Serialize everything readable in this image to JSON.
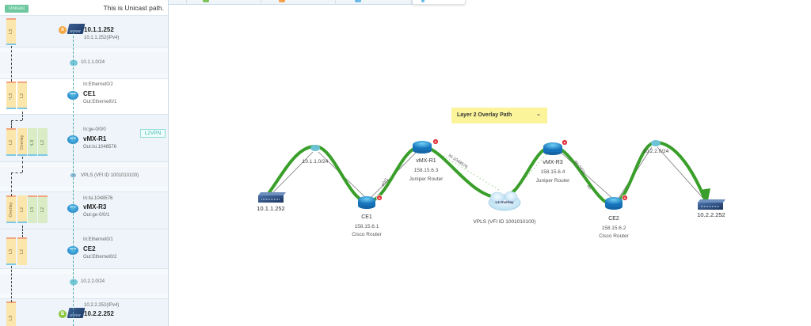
{
  "panel": {
    "badge": "Unicast",
    "header_text": "This is Unicast path.",
    "tag_l2vpn": "L2VPN",
    "nodes": [
      {
        "marker": "A",
        "name": "10.1.1.252",
        "sub": "10.1.1.252(IPv4)"
      },
      {
        "link": "10.1.1.0/24"
      },
      {
        "in": "In:Ethernet0/2",
        "name": "CE1",
        "out": "Out:Ethernet0/1"
      },
      {
        "in": "In:ge-0/0/0",
        "name": "vMX-R1",
        "out": "Out:lsi.1048576"
      },
      {
        "link": "VPLS (VFI ID 1001010100)"
      },
      {
        "in": "In:lsi.1048576",
        "name": "vMX-R3",
        "out": "Out:ge-0/0/1"
      },
      {
        "in": "In:Ethernet0/1",
        "name": "CE2",
        "out": "Out:Ethernet0/2"
      },
      {
        "link": "10.2.2.0/24"
      },
      {
        "marker": "B",
        "sub": "10.2.2.252(IPv4)",
        "name": "10.2.2.252"
      }
    ],
    "chips": {
      "l3": "L3",
      "l2": "L2",
      "overlay": "Overlay"
    }
  },
  "topbar": {
    "dot_colors": [
      "#7cc35a",
      "#f5a14a",
      "#6ab8e8"
    ]
  },
  "dropdown": {
    "label": "Layer 2 Overlay Path",
    "chevron": "⌄"
  },
  "topology": {
    "host_a": {
      "label": "10.1.1.252"
    },
    "subnet_1": {
      "label": "10.1.1.0/24"
    },
    "ce1": {
      "name": "CE1",
      "ip": "158.15.6.1",
      "type": "Cisco Router",
      "iface": "e0/1"
    },
    "vmx_r1": {
      "name": "vMX-R1",
      "ip": "158.15.6.3",
      "type": "Juniper Router",
      "iface": "lsi.1048576"
    },
    "overlay": {
      "cloud": "L2 Overlay",
      "label": "VPLS (VFI ID 1001010100)"
    },
    "vmx_r3": {
      "name": "vMX-R3",
      "ip": "158.15.6.4",
      "type": "Juniper Router",
      "iface": "ge-0/0/1",
      "iface2": "e0"
    },
    "ce2": {
      "name": "CE2",
      "ip": "158.15.6.2",
      "type": "Cisco Router"
    },
    "subnet_2": {
      "label": "10.2.2.0/24"
    },
    "host_b": {
      "label": "10.2.2.252"
    }
  },
  "colors": {
    "path_green": "#3a9f2a",
    "router_blue": "#1a7fc4",
    "alert_red": "#e0313a",
    "dropdown_yellow": "#fbf49a"
  }
}
